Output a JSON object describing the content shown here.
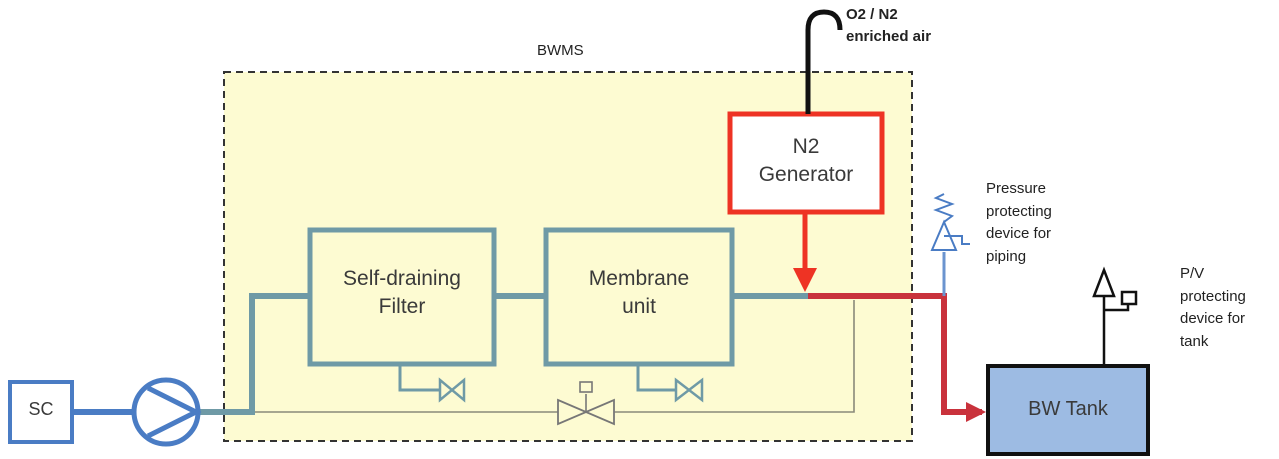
{
  "diagram": {
    "system_label": "BWMS",
    "outlet_label_line1": "O2 / N2",
    "outlet_label_line2": "enriched air",
    "sc_label": "SC",
    "filter_label_line1": "Self-draining",
    "filter_label_line2": "Filter",
    "membrane_label_line1": "Membrane",
    "membrane_label_line2": "unit",
    "generator_label_line1": "N2",
    "generator_label_line2": "Generator",
    "tank_label": "BW Tank",
    "pressure_device_lines": [
      "Pressure",
      "protecting",
      "device for",
      "piping"
    ],
    "pv_device_lines": [
      "P/V",
      "protecting",
      "device for",
      "tank"
    ]
  },
  "colors": {
    "pipe": "#6f9aa6",
    "sc_blue": "#4a7cc4",
    "generator_red": "#ee3324",
    "enclosure_fill": "#fdfbd2",
    "tank_fill": "#9dbbe3"
  }
}
